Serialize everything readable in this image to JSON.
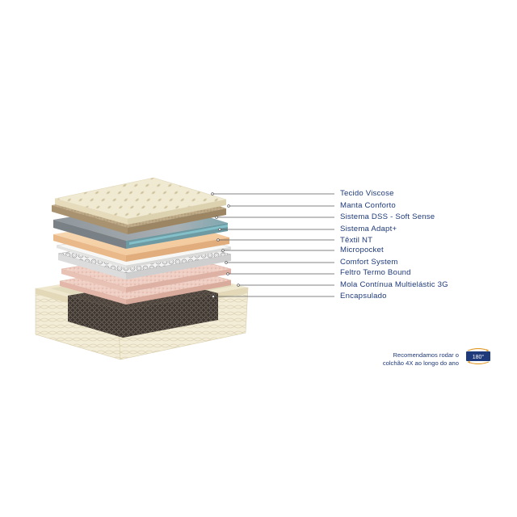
{
  "layers": [
    {
      "label": "Tecido Viscose"
    },
    {
      "label": "Manta Conforto"
    },
    {
      "label": "Sistema DSS - Soft Sense"
    },
    {
      "label": "Sistema Adapt+"
    },
    {
      "label": "Têxtil NT"
    },
    {
      "label": "Micropocket"
    },
    {
      "label": "Comfort System"
    },
    {
      "label": "Feltro Termo Bound"
    },
    {
      "label": "Mola Contínua Multielástic 3G"
    },
    {
      "label": "Encapsulado"
    }
  ],
  "rotation_note": {
    "line1": "Recomendamos rodar o",
    "line2": "colchão 4X ao longo do ano",
    "badge": "180°"
  },
  "colors": {
    "label_text": "#1f3a7a",
    "leader_line": "#5a5a5a",
    "badge_fill": "#1f3a7a",
    "badge_arrow": "#e39a2b"
  }
}
